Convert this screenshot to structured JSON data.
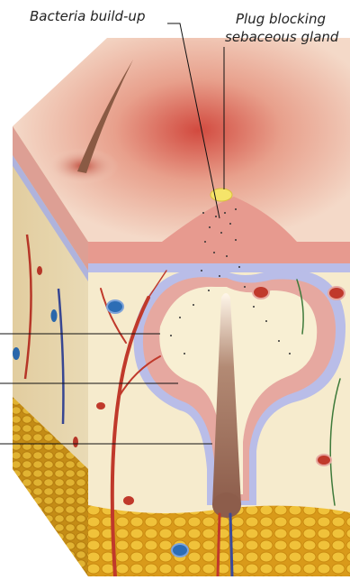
{
  "labels": {
    "bacteria": "Bacteria build-up",
    "plug_line1": "Plug blocking",
    "plug_line2": "sebaceous gland"
  },
  "colors": {
    "skin_surface": "#f0c8b0",
    "epidermis": "#e9a49a",
    "basal_layer": "#b9bde8",
    "dermis": "#f6ebcd",
    "fat": "#e8b52a",
    "artery": "#c0392b",
    "vein": "#3a4a9a",
    "hair_shaft": "#a0705a",
    "plug": "#f5e46a",
    "inflammation": "#d9534f"
  }
}
